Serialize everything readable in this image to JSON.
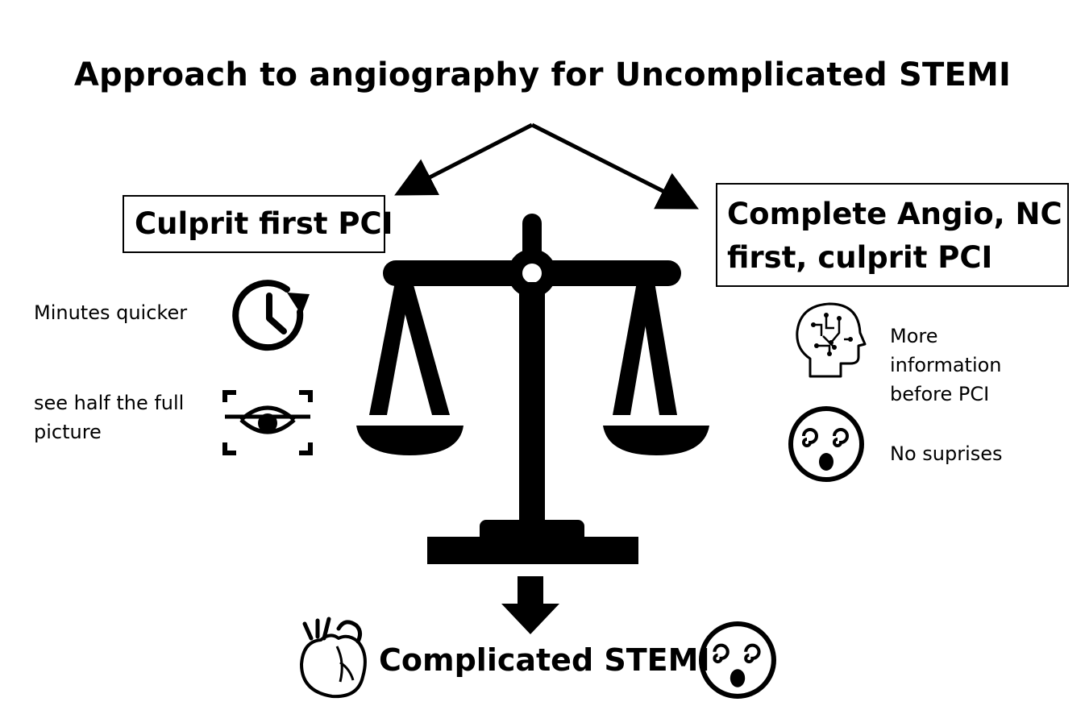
{
  "title": "Approach to angiography for Uncomplicated STEMI",
  "left_option": {
    "label": "Culprit first PCI",
    "points": [
      "Minutes quicker",
      "see half the full picture"
    ]
  },
  "right_option": {
    "label_line1": "Complete Angio, NC",
    "label_line2": "first, culprit PCI",
    "points": [
      "More information before PCI",
      "No suprises"
    ]
  },
  "outcome": "Complicated STEMI",
  "icons": [
    "clock-refresh-icon",
    "eye-scan-icon",
    "brain-circuit-icon",
    "dizzy-face-icon",
    "heart-icon",
    "scale-icon"
  ]
}
